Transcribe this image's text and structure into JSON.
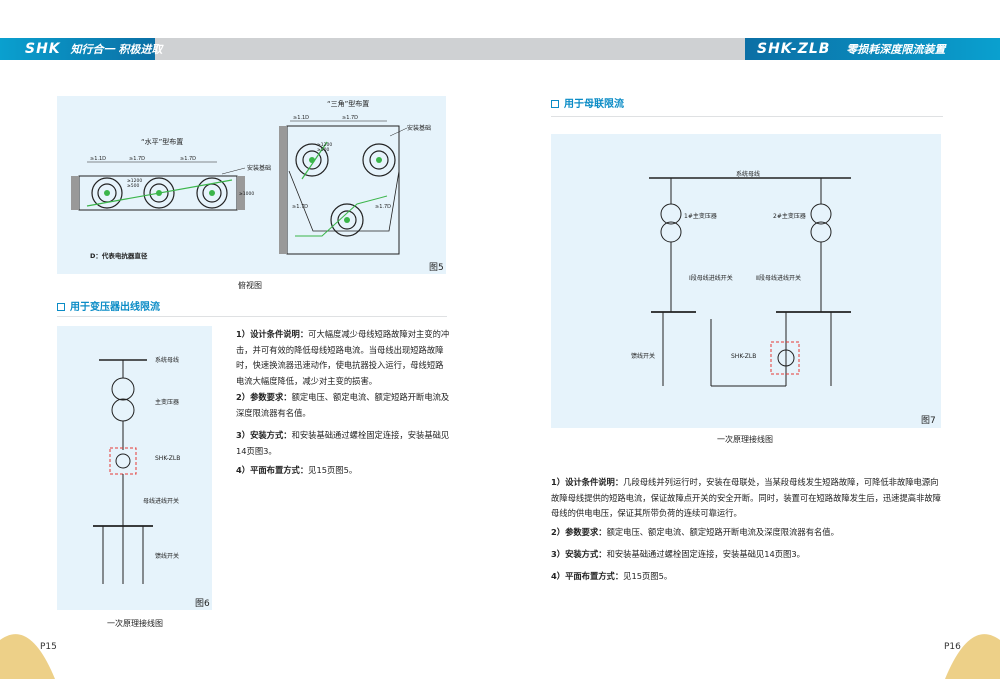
{
  "header": {
    "left_logo": "SHK",
    "left_slogan": "知行合一 积极进取",
    "right_logo": "SHK-ZLB",
    "right_title": "零损耗深度限流装置"
  },
  "fig5": {
    "horizontal_title": "“水平”型布置",
    "triangle_title": "“三角”型布置",
    "spacing_1_1d": "≥1.1D",
    "spacing_1_7d": "≥1.7D",
    "d_1200": "≥1200",
    "d_1000": "≥1000",
    "d_500": "≥500",
    "foundation_label": "安装基础",
    "d_note": "D：代表电抗器直径",
    "fig_label": "图5",
    "caption": "俯视图"
  },
  "section_transformer": {
    "title": "用于变压器出线限流",
    "diagram": {
      "busbar": "系统母线",
      "transformer": "主变压器",
      "device": "SHK-ZLB",
      "incoming_switch": "母线进线开关",
      "feeder_switch": "馈线开关"
    },
    "fig_label": "图6",
    "caption": "一次原理接线图",
    "paras": [
      {
        "label": "1）设计条件说明：",
        "text": "可大幅度减少母线短路故障对主变的冲击，并可有效的降低母线短路电流。当母线出现短路故障时，快速换流器迅速动作，使电抗器投入运行，母线短路电流大幅度降低，减少对主变的损害。"
      },
      {
        "label": "2）参数要求：",
        "text": "额定电压、额定电流、额定短路开断电流及深度限流器有名值。"
      },
      {
        "label": "3）安装方式：",
        "text": "和安装基础通过螺栓固定连接，安装基础见14页图3。"
      },
      {
        "label": "4）平面布置方式：",
        "text": "见15页图5。"
      }
    ]
  },
  "section_bus": {
    "title": "用于母联限流",
    "diagram": {
      "busbar": "系统母线",
      "t1": "1#主变压器",
      "t2": "2#主变压器",
      "inc1": "Ⅰ段母线进线开关",
      "inc2": "Ⅱ段母线进线开关",
      "feeder": "馈线开关",
      "device": "SHK-ZLB"
    },
    "fig_label": "图7",
    "caption": "一次原理接线图",
    "paras": [
      {
        "label": "1）设计条件说明：",
        "text": "几段母线并列运行时，安装在母联处，当某段母线发生短路故障，可降低非故障电源向故障母线提供的短路电流，保证故障点开关的安全开断。同时，装置可在短路故障发生后，迅速提高非故障母线的供电电压，保证其所带负荷的连续可靠运行。"
      },
      {
        "label": "2）参数要求：",
        "text": "额定电压、额定电流、额定短路开断电流及深度限流器有名值。"
      },
      {
        "label": "3）安装方式：",
        "text": "和安装基础通过螺栓固定连接，安装基础见14页图3。"
      },
      {
        "label": "4）平面布置方式：",
        "text": "见15页图5。"
      }
    ]
  },
  "footer": {
    "left_page": "P15",
    "right_page": "P16"
  },
  "colors": {
    "accent": "#0b8cc6",
    "panel": "#e6f3fb",
    "reactor_green": "#3bb54a",
    "device_red": "#e53935",
    "corner_gold": "#e8c46a"
  }
}
